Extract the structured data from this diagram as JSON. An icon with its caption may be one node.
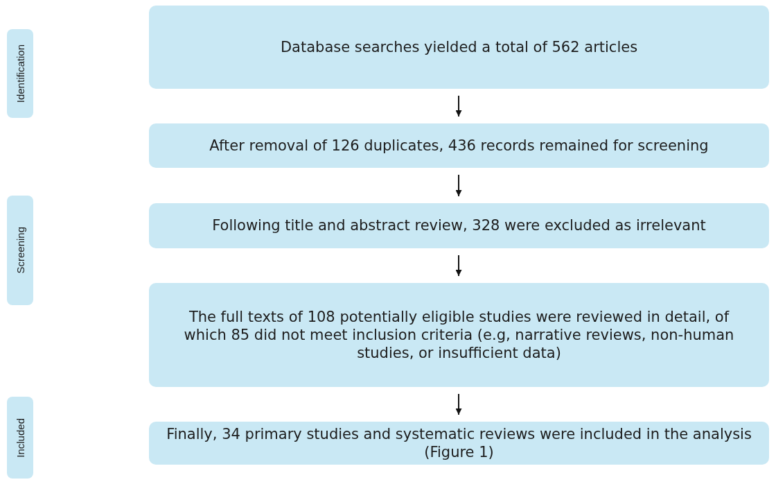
{
  "diagram": {
    "nodes": [
      {
        "text": [
          "Identification"
        ]
      },
      {
        "text": [
          "Database searches yielded a total of 562 articles"
        ]
      },
      {
        "text": [
          "After removal of 126 duplicates, 436 records remained for screening"
        ]
      },
      {
        "text": [
          "Screening"
        ]
      },
      {
        "text": [
          "Following title and abstract review, 328 were excluded as irrelevant"
        ]
      },
      {
        "text": [
          "The full texts of 108 potentially eligible studies were reviewed in detail, of which 85 did not meet inclusion criteria (e.g, narrative reviews, non-human studies, or insufficient data)"
        ]
      },
      {
        "text": [
          "Included"
        ]
      },
      {
        "text": [
          "Finally, 34 primary studies and systematic reviews were included in the analysis (Figure 1)"
        ]
      }
    ],
    "edges": [
      {
        "from": 1,
        "to": 2,
        "arrow": "to"
      },
      {
        "from": 2,
        "to": 4,
        "arrow": "to"
      },
      {
        "from": 4,
        "to": 5,
        "arrow": "to"
      },
      {
        "from": 5,
        "to": 7,
        "arrow": "to"
      }
    ]
  }
}
